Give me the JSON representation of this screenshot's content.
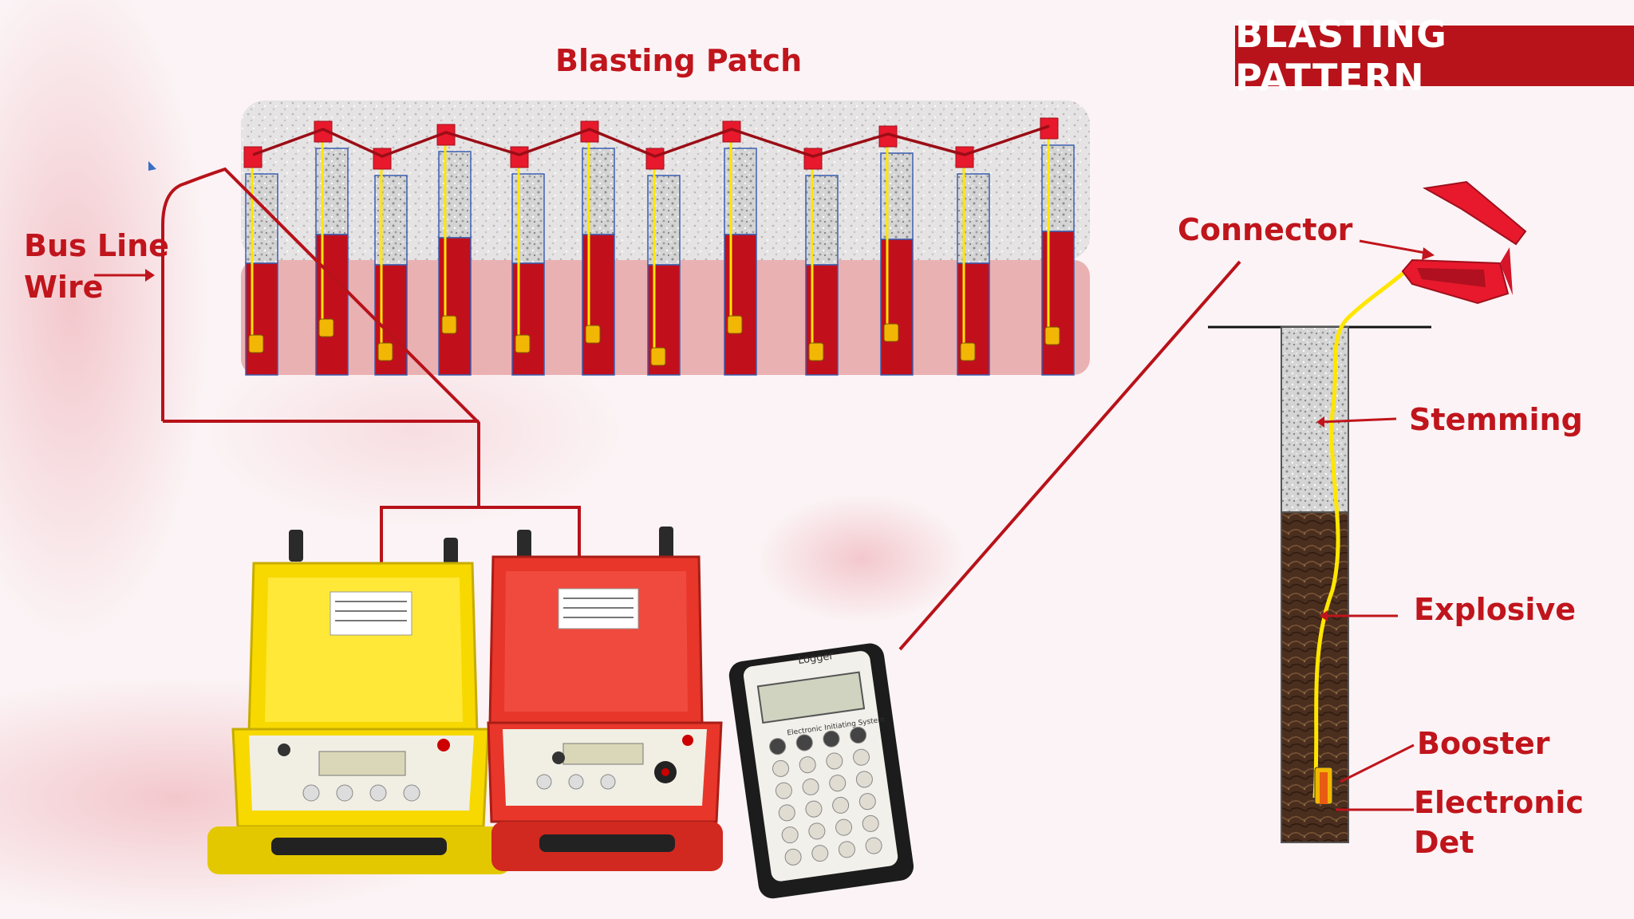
{
  "title": "BLASTING PATTERN",
  "patch": {
    "title": "Blasting Patch",
    "hole_count": 12
  },
  "labels": {
    "bus_line_1": "Bus Line",
    "bus_line_2": "Wire",
    "connector": "Connector",
    "stemming": "Stemming",
    "explosive": "Explosive",
    "booster": "Booster",
    "electronic_det_1": "Electronic",
    "electronic_det_2": "Det"
  },
  "devices": {
    "logger_name": "Logger",
    "logger_subtitle": "Electronic Initiating System"
  },
  "colors": {
    "accent": "#b8121a",
    "label": "#c0151c",
    "charge": "#c20f1c",
    "detonator_wire": "#ffe600",
    "booster": "#f2b705",
    "stemming": "#cfcfcf",
    "explosive": "#4a2e1e",
    "case_yellow": "#f7d900",
    "case_red": "#e8362b"
  }
}
